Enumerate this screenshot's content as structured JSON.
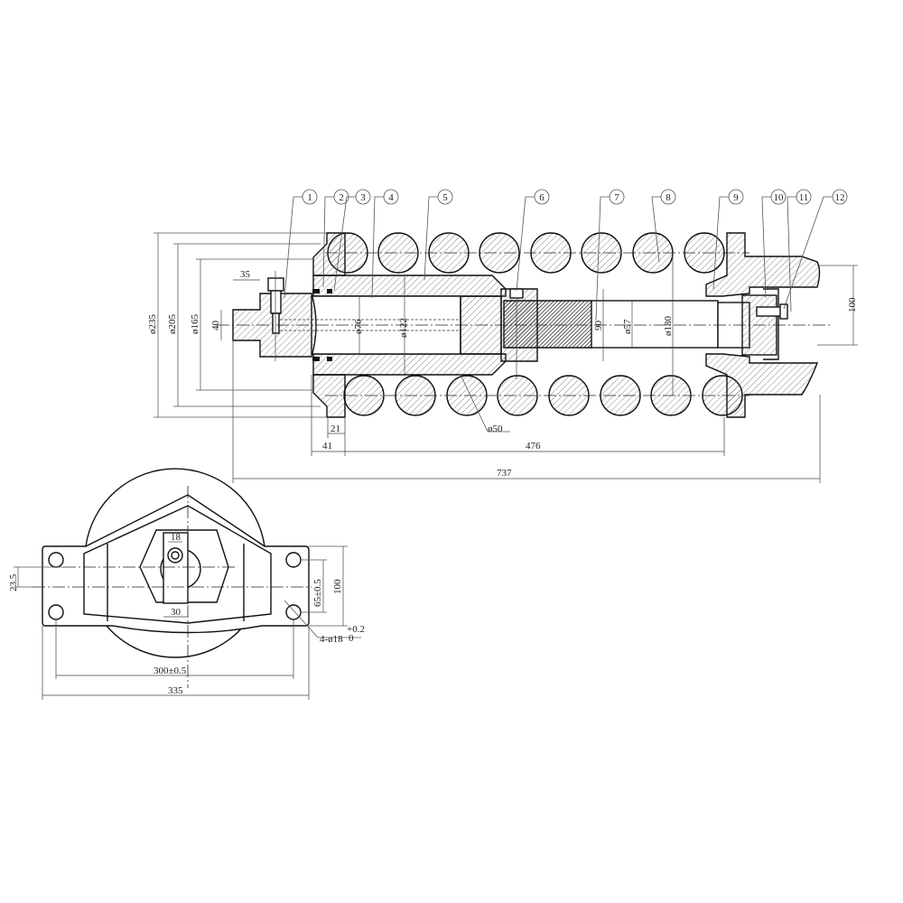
{
  "drawing": {
    "balloons": [
      "1",
      "2",
      "3",
      "4",
      "5",
      "6",
      "7",
      "8",
      "9",
      "10",
      "11",
      "12"
    ],
    "main_view_dims": {
      "d235": "ø235",
      "d205": "ø205",
      "d165": "ø165",
      "h40": "40",
      "l35": "35",
      "d76": "ø76",
      "d122": "ø122",
      "d50": "ø50",
      "h90": "90",
      "d57": "ø57",
      "d180": "ø180",
      "h100": "100",
      "l21": "21",
      "l41": "41",
      "l476": "476",
      "l737": "737"
    },
    "end_view_dims": {
      "w18": "18",
      "w30": "30",
      "h23_5": "23.5",
      "h65": "65±0.5",
      "h100": "100",
      "holes": "4-ø18",
      "holes_tol_upper": "+0.2",
      "holes_tol_lower": "0",
      "w300": "300±0.5",
      "w335": "335"
    }
  }
}
